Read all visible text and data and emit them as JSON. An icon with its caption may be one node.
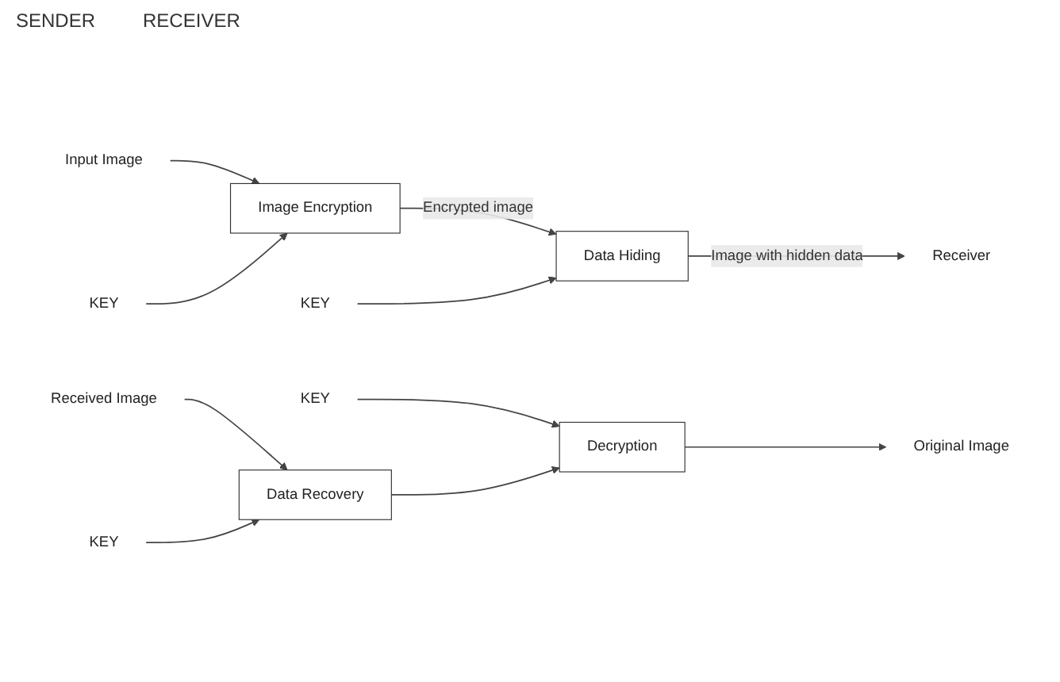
{
  "diagram": {
    "nodes": [
      {
        "text": [
          "Input Image"
        ]
      },
      {
        "text": [
          "KEY"
        ]
      },
      {
        "text": [
          "Image Encryption"
        ]
      },
      {
        "text": [
          "KEY"
        ]
      },
      {
        "text": [
          "Data Hiding"
        ]
      },
      {
        "text": [
          "Receiver"
        ]
      },
      {
        "text": [
          "KEY"
        ]
      },
      {
        "text": [
          "Original Image"
        ]
      },
      {
        "text": [
          "Decryption"
        ]
      },
      {
        "text": [
          "Data Recovery"
        ]
      },
      {
        "text": [
          "Received Image"
        ]
      },
      {
        "text": [
          "KEY"
        ]
      }
    ],
    "edges": [
      {
        "from": 0,
        "to": 2,
        "arrow": "to"
      },
      {
        "from": 1,
        "to": 2,
        "arrow": "to"
      },
      {
        "from": 2,
        "to": 4,
        "label": "Encrypted image",
        "arrow": "to"
      },
      {
        "from": 3,
        "to": 4,
        "arrow": "to"
      },
      {
        "from": 4,
        "to": 5,
        "label": "Image with hidden data",
        "arrow": "to"
      },
      {
        "from": 6,
        "to": 8,
        "arrow": "to"
      },
      {
        "from": 10,
        "to": 9,
        "arrow": "to"
      },
      {
        "from": 9,
        "to": 8,
        "arrow": "to"
      },
      {
        "from": 8,
        "to": 7,
        "arrow": "to"
      },
      {
        "from": 11,
        "to": 9,
        "arrow": "to"
      }
    ],
    "labels": [
      "SENDER",
      "RECEIVER"
    ]
  }
}
